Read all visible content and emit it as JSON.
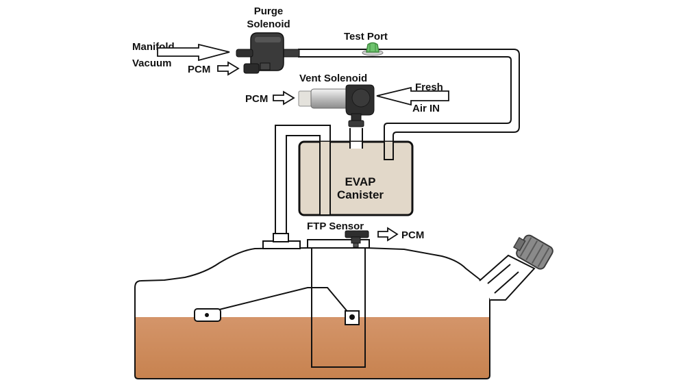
{
  "labels": {
    "purge_solenoid_line1": "Purge",
    "purge_solenoid_line2": "Solenoid",
    "test_port": "Test Port",
    "manifold_line1": "Manifold",
    "manifold_line2": "Vacuum",
    "pcm_purge": "PCM",
    "vent_solenoid": "Vent Solenoid",
    "pcm_vent": "PCM",
    "fresh_line1": "Fresh",
    "fresh_line2": "Air IN",
    "evap_line1": "EVAP",
    "evap_line2": "Canister",
    "ftp_sensor": "FTP Sensor",
    "pcm_ftp": "PCM"
  },
  "colors": {
    "canister_fill": "#e2d8c9",
    "fuel_fill": "#cd8a5a",
    "outline": "#111111",
    "test_port_cap": "#6ec46e",
    "cap_gray": "#8a8a8a"
  }
}
